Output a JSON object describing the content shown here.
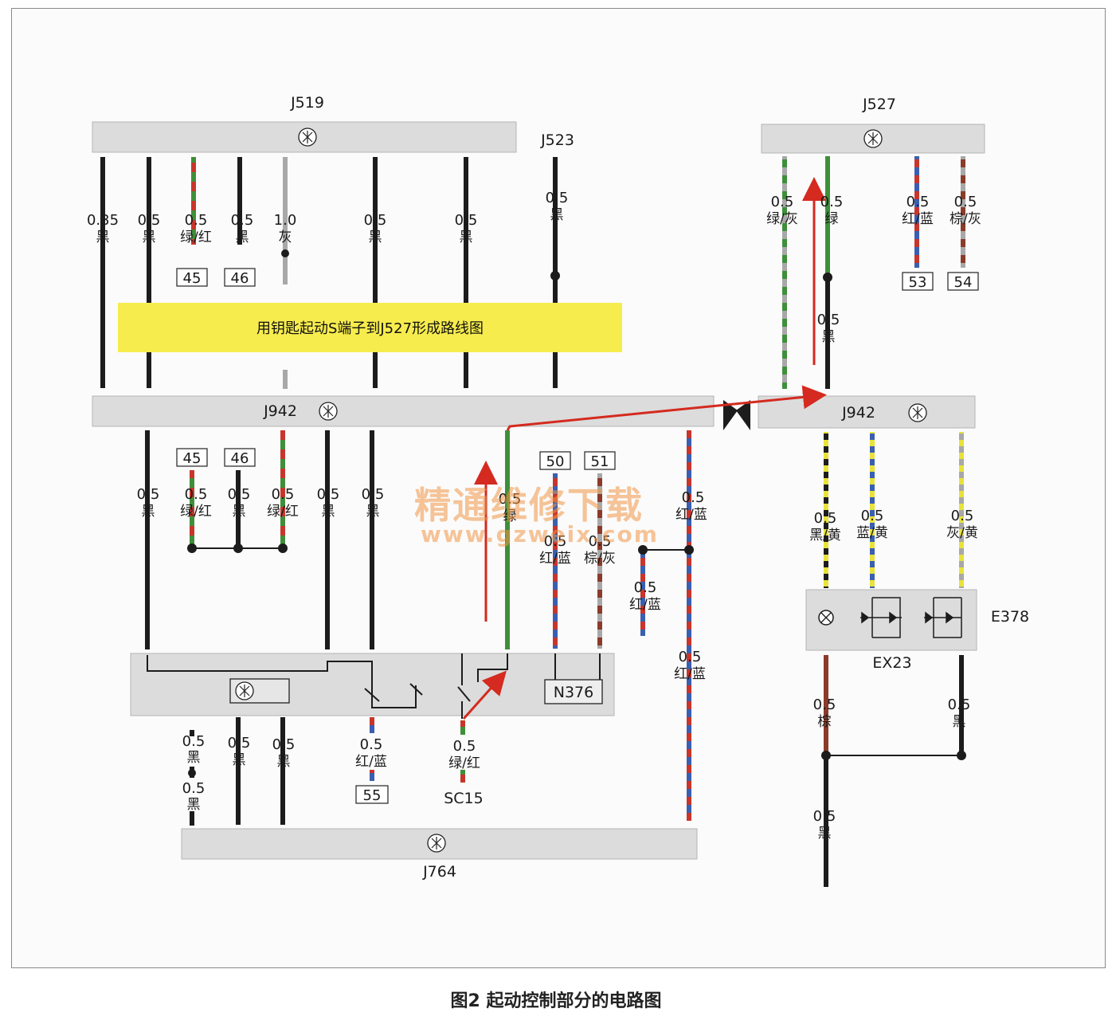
{
  "figure": {
    "caption": "图2  起动控制部分的电路图",
    "banner": "用钥匙起动S端子到J527形成路线图",
    "watermark": {
      "line1": "精通维修下载",
      "line2": "www.gzweix.com"
    }
  },
  "modules": {
    "j519": "J519",
    "j523": "J523",
    "j527": "J527",
    "j942_left": "J942",
    "j942_right": "J942",
    "j764": "J764",
    "n376": "N376",
    "e378": "E378",
    "ex23": "EX23",
    "sc15": "SC15"
  },
  "connectors": {
    "c45a": "45",
    "c46a": "46",
    "c45b": "45",
    "c46b": "46",
    "c50": "50",
    "c51": "51",
    "c53": "53",
    "c54": "54",
    "c55": "55"
  },
  "wires": {
    "w1": {
      "size": "0.35",
      "color": "黑"
    },
    "w2": {
      "size": "0.5",
      "color": "黑"
    },
    "w3": {
      "size": "0.5",
      "color": "绿/红"
    },
    "w4": {
      "size": "0.5",
      "color": "黑"
    },
    "w5": {
      "size": "1.0",
      "color": "灰"
    },
    "w6": {
      "size": "0.5",
      "color": "黑"
    },
    "w7": {
      "size": "0.5",
      "color": "黑"
    },
    "w8": {
      "size": "0.5",
      "color": "黑"
    },
    "w9": {
      "size": "0.5",
      "color": "绿/灰"
    },
    "w10": {
      "size": "0.5",
      "color": "绿"
    },
    "w11": {
      "size": "0.5",
      "color": "黑"
    },
    "w12": {
      "size": "0.5",
      "color": "红/蓝"
    },
    "w13": {
      "size": "0.5",
      "color": "棕/灰"
    },
    "w14": {
      "size": "0.5",
      "color": "黑"
    },
    "w15": {
      "size": "0.5",
      "color": "绿/红"
    },
    "w16": {
      "size": "0.5",
      "color": "黑"
    },
    "w17": {
      "size": "0.5",
      "color": "绿/红"
    },
    "w18": {
      "size": "0.5",
      "color": "黑"
    },
    "w19": {
      "size": "0.5",
      "color": "黑"
    },
    "w20": {
      "size": "0.5",
      "color": "绿"
    },
    "w21": {
      "size": "0.5",
      "color": "红/蓝"
    },
    "w22": {
      "size": "0.5",
      "color": "棕/灰"
    },
    "w23": {
      "size": "0.5",
      "color": "红/蓝"
    },
    "w24": {
      "size": "0.5",
      "color": "红/蓝"
    },
    "w25": {
      "size": "0.5",
      "color": "红/蓝"
    },
    "w26": {
      "size": "0.5",
      "color": "黑/黄"
    },
    "w27": {
      "size": "0.5",
      "color": "蓝/黄"
    },
    "w28": {
      "size": "0.5",
      "color": "灰/黄"
    },
    "w29": {
      "size": "0.5",
      "color": "棕"
    },
    "w30": {
      "size": "0.5",
      "color": "黑"
    },
    "w31": {
      "size": "0.5",
      "color": "黑"
    },
    "w32": {
      "size": "0.5",
      "color": "黑"
    },
    "w33": {
      "size": "0.5",
      "color": "黑"
    },
    "w34": {
      "size": "0.5",
      "color": "黑"
    },
    "w35": {
      "size": "0.5",
      "color": "黑"
    },
    "w36": {
      "size": "0.5",
      "color": "红/蓝"
    },
    "w37": {
      "size": "0.5",
      "color": "绿/红"
    }
  },
  "colors": {
    "wire_black": "#1c1c1c",
    "wire_green": "#3f8f3a",
    "wire_red": "#c8352b",
    "wire_blue": "#3a5fb0",
    "wire_gray": "#a8a8a8",
    "wire_brown": "#8a3b2a",
    "wire_yellow": "#e8e23a",
    "current_path": "#d42a1f",
    "bus_fill": "#dcdcdc",
    "banner": "#f7ec4d"
  }
}
